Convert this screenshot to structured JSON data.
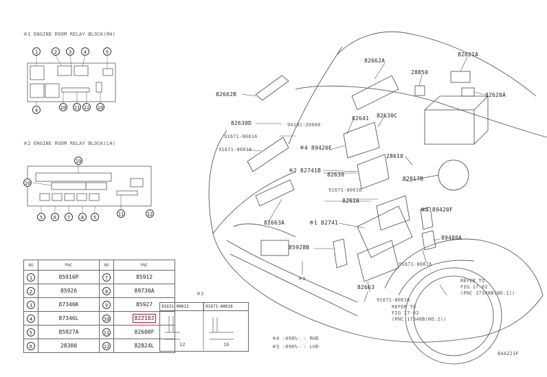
{
  "relay1_title": "※1 ENGINE ROOM RELAY BLOCK(RH)",
  "relay2_title": "※2 ENGINE ROOM RELAY BLOCK(LH)",
  "relay1_circles_top": [
    "1",
    "2",
    "3",
    "4",
    "9"
  ],
  "relay1_circles_bottom": [
    "4",
    "10",
    "11",
    "12",
    "10"
  ],
  "relay2_circles_top": [
    "10"
  ],
  "relay2_circle_left": "10",
  "relay2_circles_bottom": [
    "5",
    "6",
    "7",
    "8",
    "5"
  ],
  "relay2_circles_right": [
    "11",
    "12"
  ],
  "table": {
    "headers": [
      "NO",
      "PNC",
      "NO",
      "PNC"
    ],
    "rows": [
      {
        "n1": "1",
        "p1": "85916P",
        "n2": "7",
        "p2": "85912"
      },
      {
        "n1": "2",
        "p1": "85926",
        "n2": "8",
        "p2": "89730A"
      },
      {
        "n1": "3",
        "p1": "87346K",
        "n2": "9",
        "p2": "85927"
      },
      {
        "n1": "4",
        "p1": "87346L",
        "n2": "10",
        "p2": "82210J"
      },
      {
        "n1": "5",
        "p1": "85927A",
        "n2": "11",
        "p2": "82600F"
      },
      {
        "n1": "6",
        "p1": "28300",
        "n2": "12",
        "p2": "82824L"
      }
    ]
  },
  "note3": {
    "title": "※3",
    "left_code": "91631-00612",
    "right_code": "91671-A0616",
    "left_dim": "12",
    "right_dim": "16"
  },
  "legend": [
    "※4 :090%-   : RHD",
    "※5 :090%-   : LHD"
  ],
  "labels": {
    "l82662A": "82662A",
    "l82662B": "82662B",
    "l28850": "28850",
    "l82621A": "82621A",
    "l82620A": "82620A",
    "l82630D": "82630D",
    "l94181": "94181-20600",
    "l82641": "82641",
    "l82630C": "82630C",
    "l91671a": "91671-80616",
    "l89420E": "※4 89420E",
    "l91671b": "91671-80616",
    "l82741B": "※2 82741B",
    "l82630": "82630",
    "l28610": "28610",
    "l82817B": "82817B",
    "l91671c": "91671-80616",
    "l82616": "82616",
    "l89420F": "※5 89420F",
    "l82663A": "82663A",
    "l82741": "※1 82741",
    "l85928B": "85928B",
    "l89480A": "89480A",
    "l91671d": "91671-80616",
    "l3": "※3",
    "lRef1a": "REFER TO",
    "lRef1b": "FIG 17-02",
    "lRef1c": "(PNC 17348B(NO.1))",
    "l82663": "82663",
    "l91671e": "91671-80616",
    "lRef2a": "REFER TO",
    "lRef2b": "FIG 17-02",
    "lRef2c": "(PNC 17348B(NO.2))",
    "code": "84A221F"
  }
}
